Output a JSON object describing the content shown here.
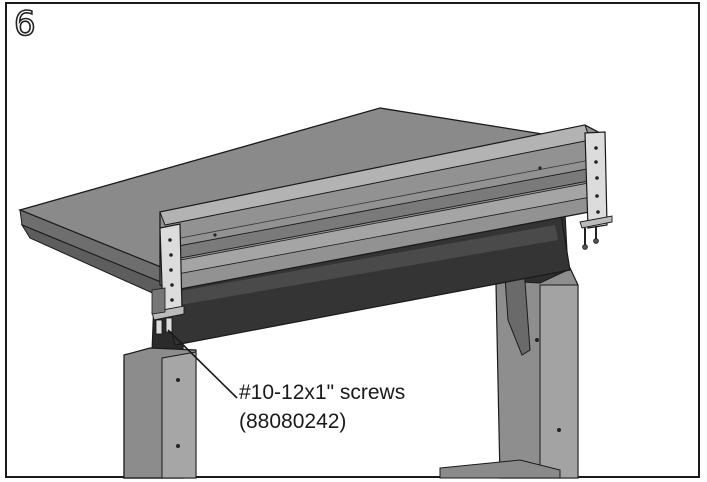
{
  "step": {
    "number": "6"
  },
  "callout": {
    "line1": "#10-12x1\" screws",
    "line2": "(88080242)"
  },
  "colors": {
    "desktop_top": "#8a8a8a",
    "desktop_edge": "#6e6e6e",
    "leg_dark": "#2b2b2b",
    "leg_mid": "#7a7a7a",
    "leg_light": "#9c9c9c",
    "bracket": "#dcdcdc",
    "outline": "#1a1a1a"
  }
}
